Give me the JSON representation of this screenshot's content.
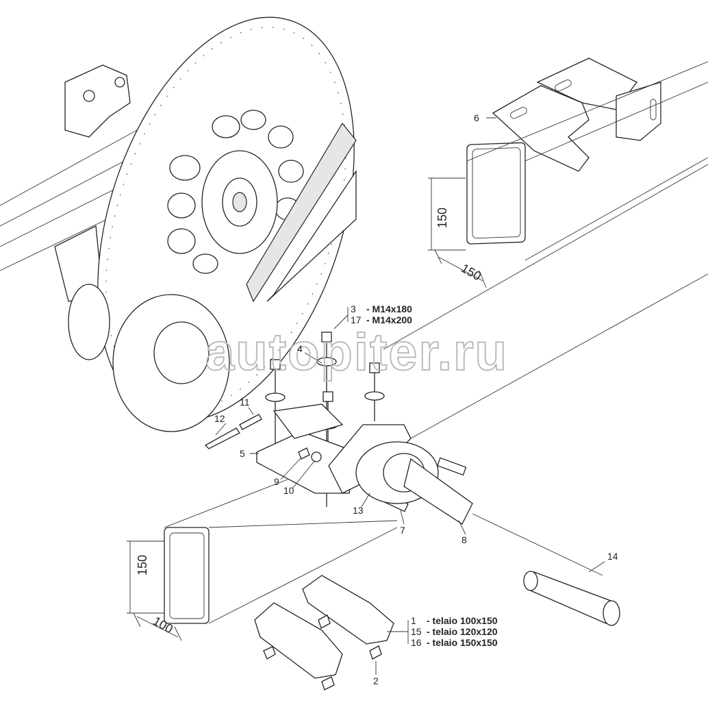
{
  "watermark": "autopiter.ru",
  "labels": {
    "p6": "6",
    "p3": "3",
    "p3_spec": "- M14x180",
    "p17": "17",
    "p17_spec": "- M14x200",
    "p4": "4",
    "p11": "11",
    "p12": "12",
    "p5": "5",
    "p9": "9",
    "p10": "10",
    "p13": "13",
    "p7": "7",
    "p8": "8",
    "p14": "14",
    "p2": "2",
    "p1": "1",
    "p1_spec": "- telaio 100x150",
    "p15": "15",
    "p15_spec": "- telaio 120x120",
    "p16": "16",
    "p16_spec": "- telaio 150x150"
  },
  "dimensions": {
    "top_height": "150",
    "top_width": "150",
    "bottom_height": "150",
    "bottom_width": "100"
  }
}
